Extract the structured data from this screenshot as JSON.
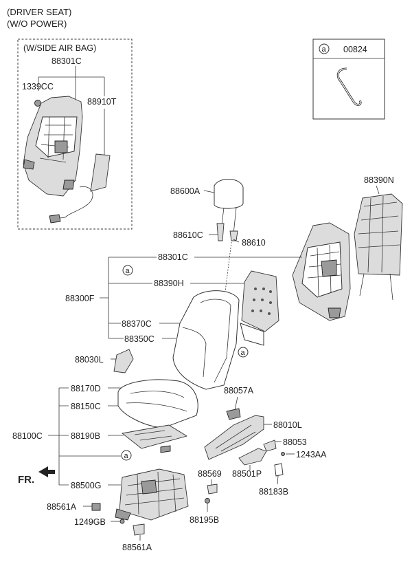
{
  "header": {
    "line1": "(DRIVER SEAT)",
    "line2": "(W/O POWER)"
  },
  "inset_box": {
    "title": "(W/SIDE AIR BAG)",
    "labels": {
      "frame_assy": "88301C",
      "bolt": "1339CC",
      "airbag": "88910T"
    }
  },
  "legend_box": {
    "marker": "a",
    "part_no": "00824"
  },
  "labels": {
    "headrest": "88600A",
    "guide_c": "88610C",
    "guide": "88610",
    "back_frame": "88301C",
    "back_pad": "88390H",
    "back_assy": "88300F",
    "back_cover": "88370C",
    "back_cushion": "88350C",
    "back_board": "88390N",
    "knob": "88030L",
    "cushion_pad": "88170D",
    "cushion_cover": "88150C",
    "cushion_assy": "88100C",
    "cushion_mat": "88190B",
    "track": "88500G",
    "cover_l": "88010L",
    "bracket": "88057A",
    "clip": "88053",
    "screw": "1243AA",
    "lever": "88501P",
    "cap": "88183B",
    "nut": "88569",
    "cover_a": "88561A",
    "bolt_gb": "1249GB",
    "cover_a2": "88561A",
    "screw_b": "88195B",
    "front": "FR."
  },
  "markers": {
    "a1": "a",
    "a2": "a",
    "a3": "a"
  }
}
